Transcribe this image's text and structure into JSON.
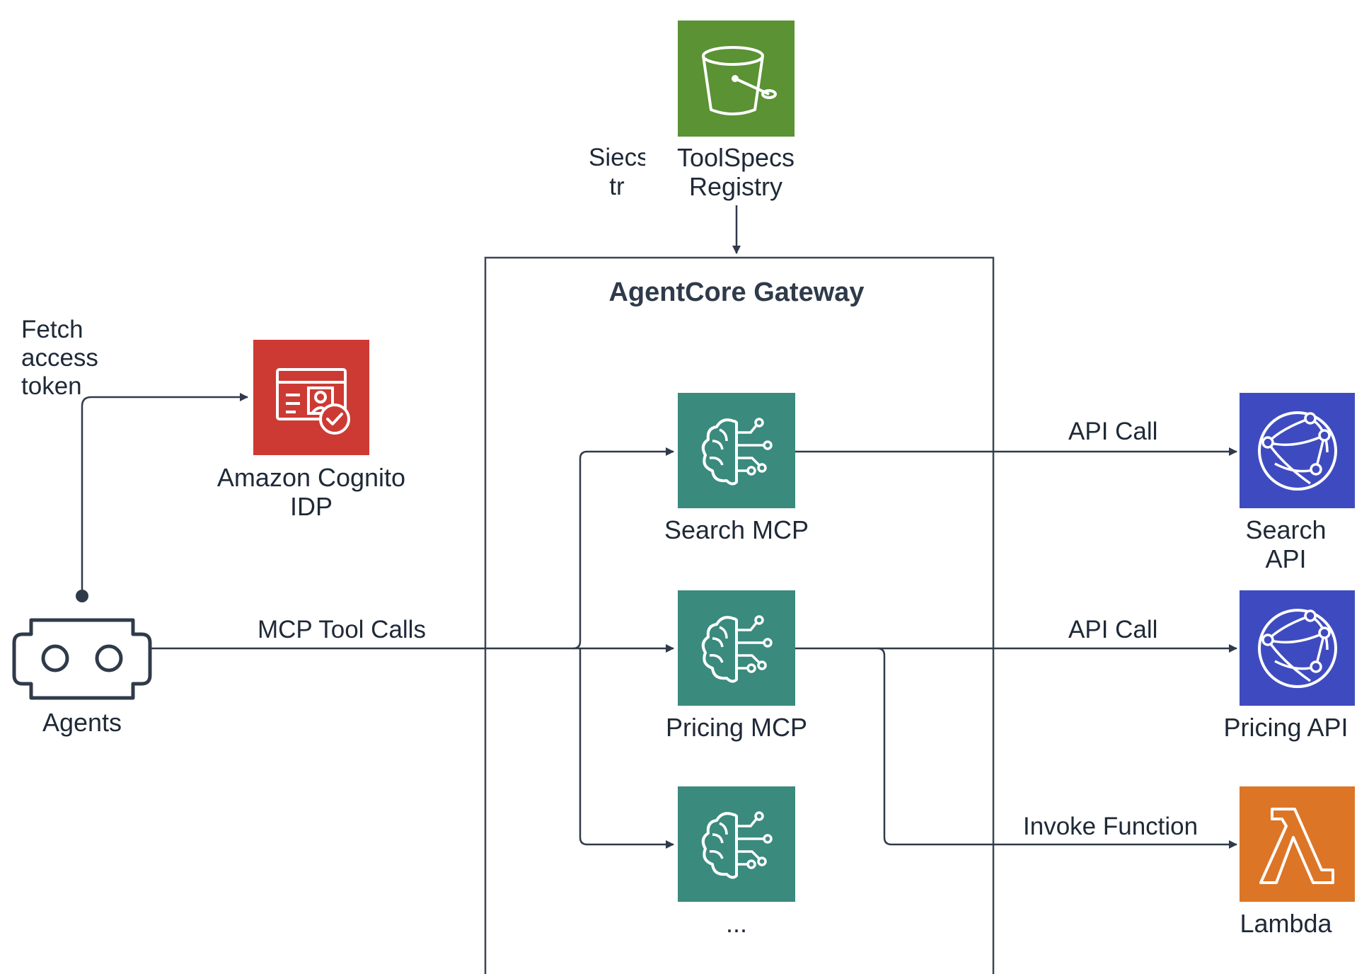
{
  "diagram": {
    "group_title": "AgentCore Gateway",
    "ghost_text": "Siecs\ntr",
    "nodes": {
      "registry": {
        "label": "ToolSpecs\nRegistry",
        "icon": "bucket-icon",
        "color": "#5a9234"
      },
      "cognito": {
        "label": "Amazon Cognito\nIDP",
        "icon": "identity-card-icon",
        "color": "#cd3a34"
      },
      "agents": {
        "label": "Agents",
        "icon": "robot-icon"
      },
      "search_mcp": {
        "label": "Search MCP",
        "icon": "brain-circuit-icon",
        "color": "#3a8a7e"
      },
      "pricing_mcp": {
        "label": "Pricing MCP",
        "icon": "brain-circuit-icon",
        "color": "#3a8a7e"
      },
      "other_mcp": {
        "label": "...",
        "icon": "brain-circuit-icon",
        "color": "#3a8a7e"
      },
      "search_api": {
        "label": "Search\nAPI",
        "icon": "globe-network-icon",
        "color": "#3e4bc0"
      },
      "pricing_api": {
        "label": "Pricing API",
        "icon": "globe-network-icon",
        "color": "#3e4bc0"
      },
      "lambda": {
        "label": "Lambda",
        "icon": "lambda-icon",
        "color": "#dd7526"
      }
    },
    "edges": {
      "fetch_token": "Fetch\naccess\ntoken",
      "mcp_tool_calls": "MCP Tool Calls",
      "search_api_call": "API Call",
      "pricing_api_call": "API Call",
      "invoke_function": "Invoke Function"
    },
    "colors": {
      "line": "#2f3a4a",
      "group_border": "#3b4656"
    }
  }
}
